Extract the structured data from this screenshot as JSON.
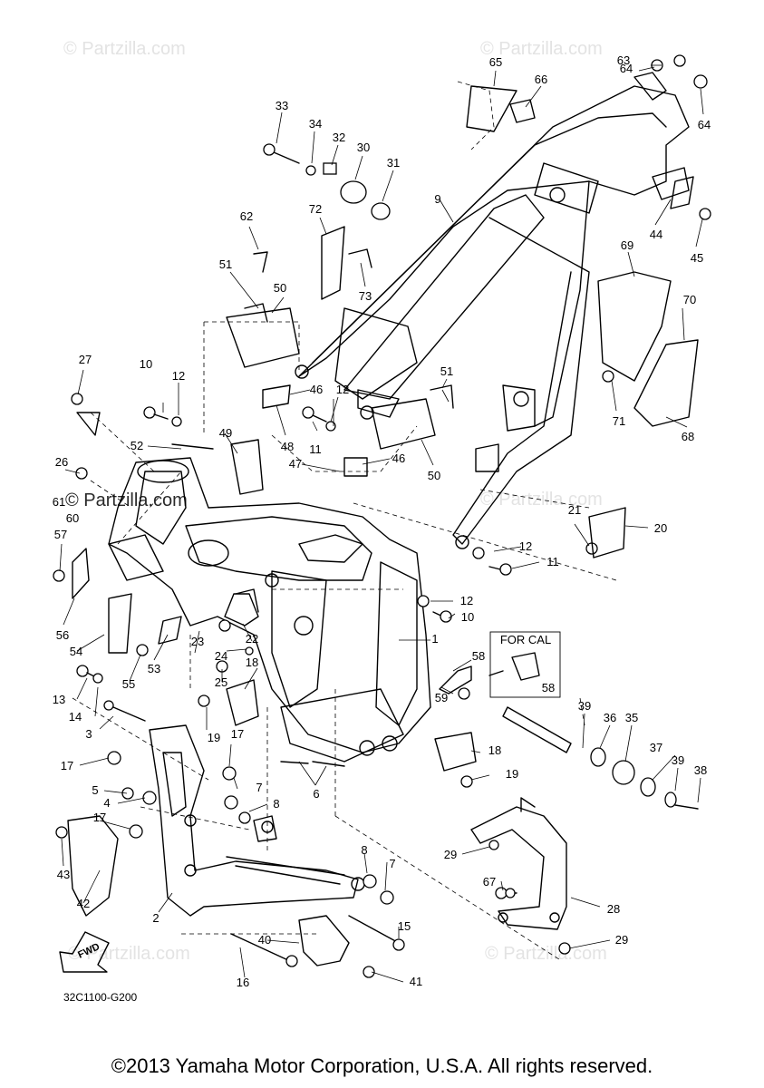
{
  "diagram": {
    "code": "32C1100-G200",
    "fwd_label": "FWD",
    "variant_label": "FOR CAL",
    "copyright": "©2013 Yamaha Motor Corporation, U.S.A. All rights reserved.",
    "watermark": "© Partzilla.com",
    "callouts": [
      "1",
      "2",
      "3",
      "4",
      "5",
      "6",
      "7",
      "7",
      "8",
      "8",
      "9",
      "10",
      "10",
      "11",
      "11",
      "12",
      "12",
      "12",
      "12",
      "13",
      "14",
      "15",
      "16",
      "17",
      "17",
      "17",
      "18",
      "18",
      "19",
      "19",
      "20",
      "21",
      "22",
      "23",
      "24",
      "25",
      "26",
      "27",
      "28",
      "29",
      "29",
      "30",
      "31",
      "32",
      "33",
      "34",
      "35",
      "36",
      "37",
      "38",
      "39",
      "39",
      "40",
      "41",
      "42",
      "43",
      "44",
      "45",
      "46",
      "46",
      "47",
      "48",
      "49",
      "50",
      "50",
      "51",
      "51",
      "52",
      "53",
      "54",
      "55",
      "56",
      "57",
      "58",
      "58",
      "59",
      "60",
      "61",
      "62",
      "63",
      "64",
      "64",
      "65",
      "66",
      "67",
      "68",
      "69",
      "70",
      "71",
      "72",
      "73"
    ]
  }
}
